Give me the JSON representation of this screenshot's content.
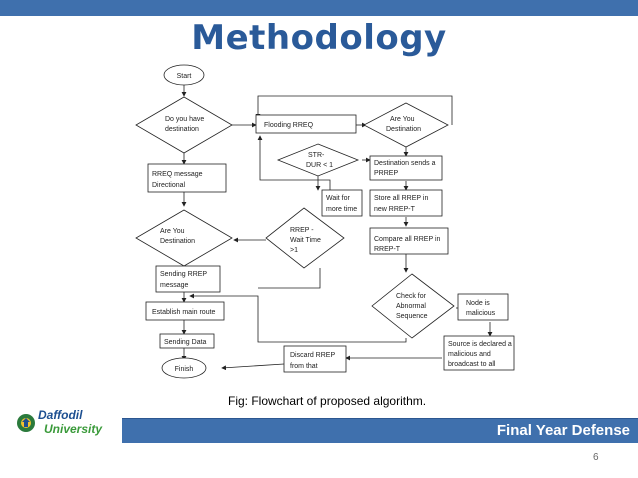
{
  "slide": {
    "title": "Methodology",
    "caption": "Fig: Flowchart of proposed algorithm.",
    "footer": "Final Year Defense",
    "page_number": "6",
    "logo_line1": "Daffodil",
    "logo_line2": "University"
  },
  "flowchart": {
    "start": "Start",
    "q_destination": [
      "Do you  have",
      "destination"
    ],
    "flooding": "Flooding RREQ",
    "are_you_dest_1": [
      "Are You",
      "Destination"
    ],
    "str_dur": [
      "STR-",
      "DUR < 1"
    ],
    "dest_sends": [
      "Destination sends a",
      "PRREP"
    ],
    "rreq_directional": [
      "RREQ message",
      "Directional"
    ],
    "wait_more": [
      "Wait for",
      "more time"
    ],
    "store_rrep": [
      "Store all RREP in",
      "new RREP-T"
    ],
    "are_you_dest_2": [
      "Are You",
      "Destination"
    ],
    "rrep_wait": [
      "RREP -",
      "Wait Time",
      ">1"
    ],
    "compare_rrep": [
      "Compare all RREP in",
      "RREP-T"
    ],
    "sending_rrep": [
      "Sending RREP",
      "message"
    ],
    "check_abnormal": [
      "Check for",
      "Abnormal",
      "Sequence"
    ],
    "node_malicious": [
      "Node is",
      "malicious"
    ],
    "establish_route": "Establish main route",
    "sending_data": "Sending Data",
    "source_declared": [
      "Source is declared a",
      "malicious and",
      "broadcast to all"
    ],
    "discard_rrep": [
      "Discard RREP",
      "from that"
    ],
    "finish": "Finish"
  }
}
